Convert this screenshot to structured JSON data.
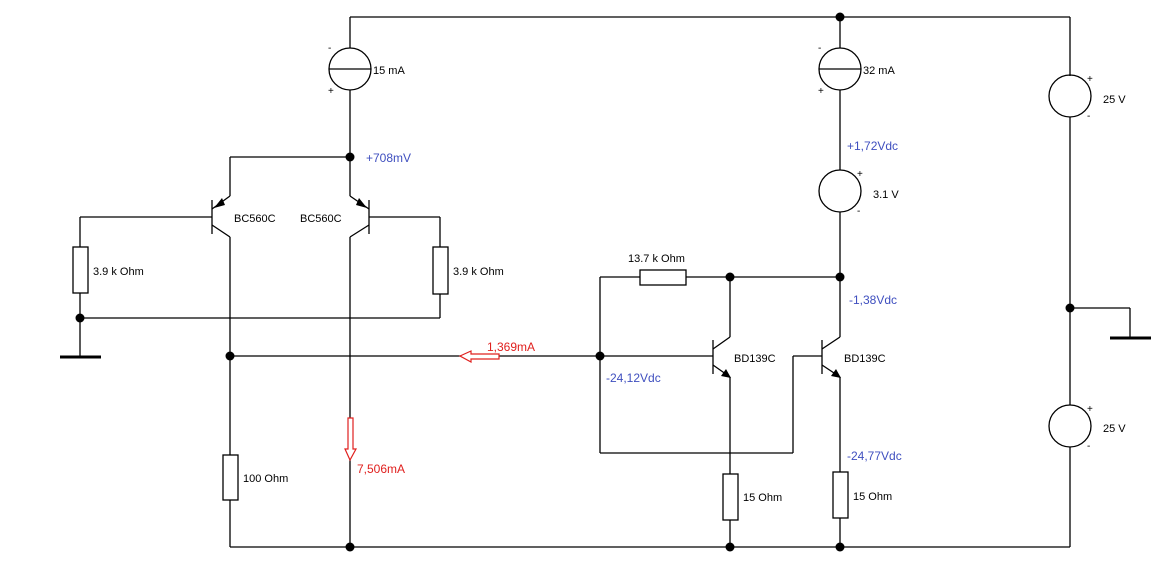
{
  "components": {
    "current_source_left": "15 mA",
    "current_source_right": "32 mA",
    "voltage_source_3v1": "3.1 V",
    "supply_top": "25 V",
    "supply_bottom": "25 V",
    "transistor_q1": "BC560C",
    "transistor_q2": "BC560C",
    "transistor_q3": "BD139C",
    "transistor_q4": "BD139C",
    "resistor_left": "3.9 k Ohm",
    "resistor_right": "3.9 k Ohm",
    "resistor_feedback": "13.7 k Ohm",
    "resistor_100": "100  Ohm",
    "resistor_15_a": "15  Ohm",
    "resistor_15_b": "15  Ohm"
  },
  "polarity": {
    "minus": "-",
    "plus": "+"
  },
  "probes": {
    "v_tail": "+708mV",
    "v_source_out": "+1,72Vdc",
    "v_q4_collector": "-1,38Vdc",
    "v_q3_base": "-24,12Vdc",
    "v_q4_emitter": "-24,77Vdc",
    "i_feedback": "1,369mA",
    "i_q2": "7,506mA"
  },
  "colors": {
    "voltage_probe": "#3f4fbf",
    "current_probe": "#e0201e"
  }
}
